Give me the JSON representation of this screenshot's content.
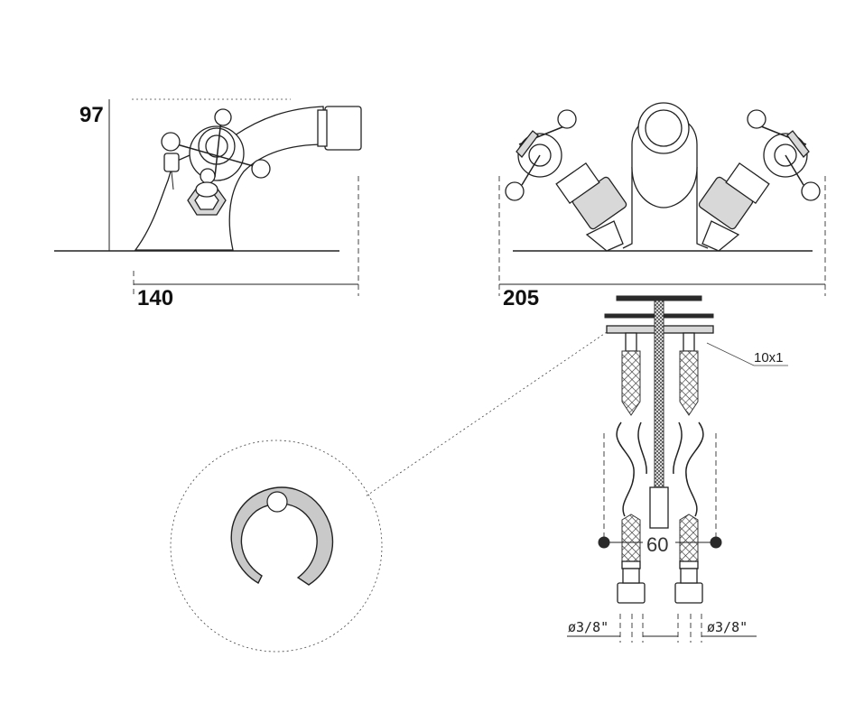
{
  "dimensions": {
    "height_side": "97",
    "width_side": "140",
    "width_front": "205",
    "nut_size": "10x1",
    "spacing": "60",
    "hose_left": "ø3/8\"",
    "hose_right": "ø3/8\""
  }
}
